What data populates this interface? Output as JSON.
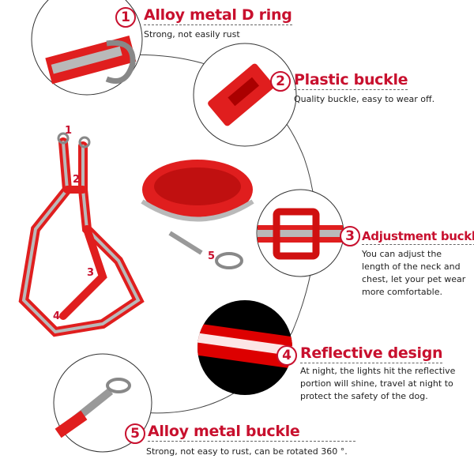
{
  "features": [
    {
      "number": "1",
      "title": "Alloy metal D ring",
      "description": [
        "Strong, not easily rust"
      ]
    },
    {
      "number": "2",
      "title": "Plastic buckle",
      "description": [
        "Quality buckle, easy to wear off."
      ]
    },
    {
      "number": "3",
      "title": "Adjustment buckle",
      "description": [
        "You can adjust the",
        "length of the neck and",
        "chest, let your pet wear",
        "more comfortable."
      ]
    },
    {
      "number": "4",
      "title": "Reflective design",
      "description": [
        "At night, the lights hit the reflective",
        "portion will shine, travel at night to",
        "protect the safety of the dog."
      ]
    },
    {
      "number": "5",
      "title": "Alloy metal buckle",
      "description": [
        "Strong, not easy to rust, can be rotated 360 °."
      ]
    }
  ],
  "product_labels": [
    "1",
    "2",
    "3",
    "4",
    "5"
  ],
  "colors": {
    "accent": "#c8102e",
    "strap": "#e01e1e",
    "reflective": "#b9b9b9"
  }
}
